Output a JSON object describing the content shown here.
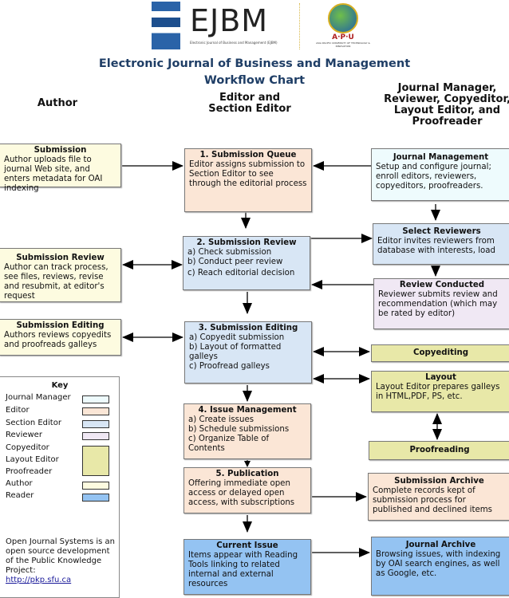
{
  "logo": {
    "brand": "EJBM",
    "brand_sub": "Electronic Journal of Business and Management (EJBM)",
    "partner": "A·P·U",
    "partner_sub": "ASIA PACIFIC UNIVERSITY OF TECHNOLOGY & INNOVATION"
  },
  "title": "Electronic Journal of Business and Management",
  "subtitle": "Workflow Chart",
  "columns": {
    "author": "Author",
    "editor": [
      "Editor and",
      "Section Editor"
    ],
    "others": [
      "Journal Manager,",
      "Reviewer, Copyeditor,",
      "Layout Editor, and",
      "Proofreader"
    ]
  },
  "boxes": {
    "author_submission": {
      "title": "Submission",
      "body": "Author uploads file to journal Web site, and enters metadata for OAI indexing"
    },
    "author_review": {
      "title": "Submission Review",
      "body": "Author can track process, see files, reviews, revise and resubmit, at editor's request"
    },
    "author_editing": {
      "title": "Submission Editing",
      "body": "Authors reviews copyedits and proofreads galleys"
    },
    "queue": {
      "title": "1. Submission Queue",
      "body": "Editor assigns submission to Section Editor to see through the editorial process"
    },
    "review": {
      "title": "2. Submission Review",
      "items": [
        "a) Check submission",
        "b) Conduct peer review",
        "c) Reach editorial decision"
      ]
    },
    "editing": {
      "title": "3. Submission Editing",
      "items": [
        "a) Copyedit submission",
        "b) Layout of formatted galleys",
        "c) Proofread galleys"
      ]
    },
    "issue": {
      "title": "4. Issue Management",
      "items": [
        "a) Create issues",
        "b) Schedule submissions",
        "c) Organize Table of Contents"
      ]
    },
    "publication": {
      "title": "5. Publication",
      "body": "Offering immediate open access or delayed open access, with subscriptions"
    },
    "current": {
      "title": "Current Issue",
      "body": "Items appear with Reading Tools linking to related internal and external resources"
    },
    "journal_mgmt": {
      "title": "Journal Management",
      "body": "Setup and configure journal; enroll editors, reviewers, copyeditors, proofreaders."
    },
    "select_reviewers": {
      "title": "Select Reviewers",
      "body": "Editor invites reviewers from database with interests, load"
    },
    "review_conducted": {
      "title": "Review Conducted",
      "body": "Reviewer submits review and recommendation (which may be rated by editor)"
    },
    "copyediting": {
      "title": "Copyediting"
    },
    "layout": {
      "title": "Layout",
      "body": "Layout Editor prepares galleys in HTML,PDF, PS, etc."
    },
    "proofreading": {
      "title": "Proofreading"
    },
    "sub_archive": {
      "title": "Submission Archive",
      "body": "Complete records kept of submission process for published and declined items"
    },
    "journal_archive": {
      "title": "Journal Archive",
      "body": "Browsing issues, with indexing by OAI search engines, as well as Google, etc."
    }
  },
  "key": {
    "title": "Key",
    "items": [
      "Journal Manager",
      "Editor",
      "Section Editor",
      "Reviewer",
      "Copyeditor",
      "Layout Editor",
      "Proofreader",
      "Author",
      "Reader"
    ],
    "colors": {
      "journal_manager": "#eefbfd",
      "editor": "#fbe6d6",
      "section_editor": "#d8e6f5",
      "reviewer": "#f0e8f4",
      "copy_layout_proof": "#e8e8a8",
      "author": "#fdfbe0",
      "reader": "#94c3f2"
    }
  },
  "footer": {
    "text": "Open Journal Systems is an open source development of the Public Knowledge Project:",
    "link": "http://pkp.sfu.ca"
  }
}
